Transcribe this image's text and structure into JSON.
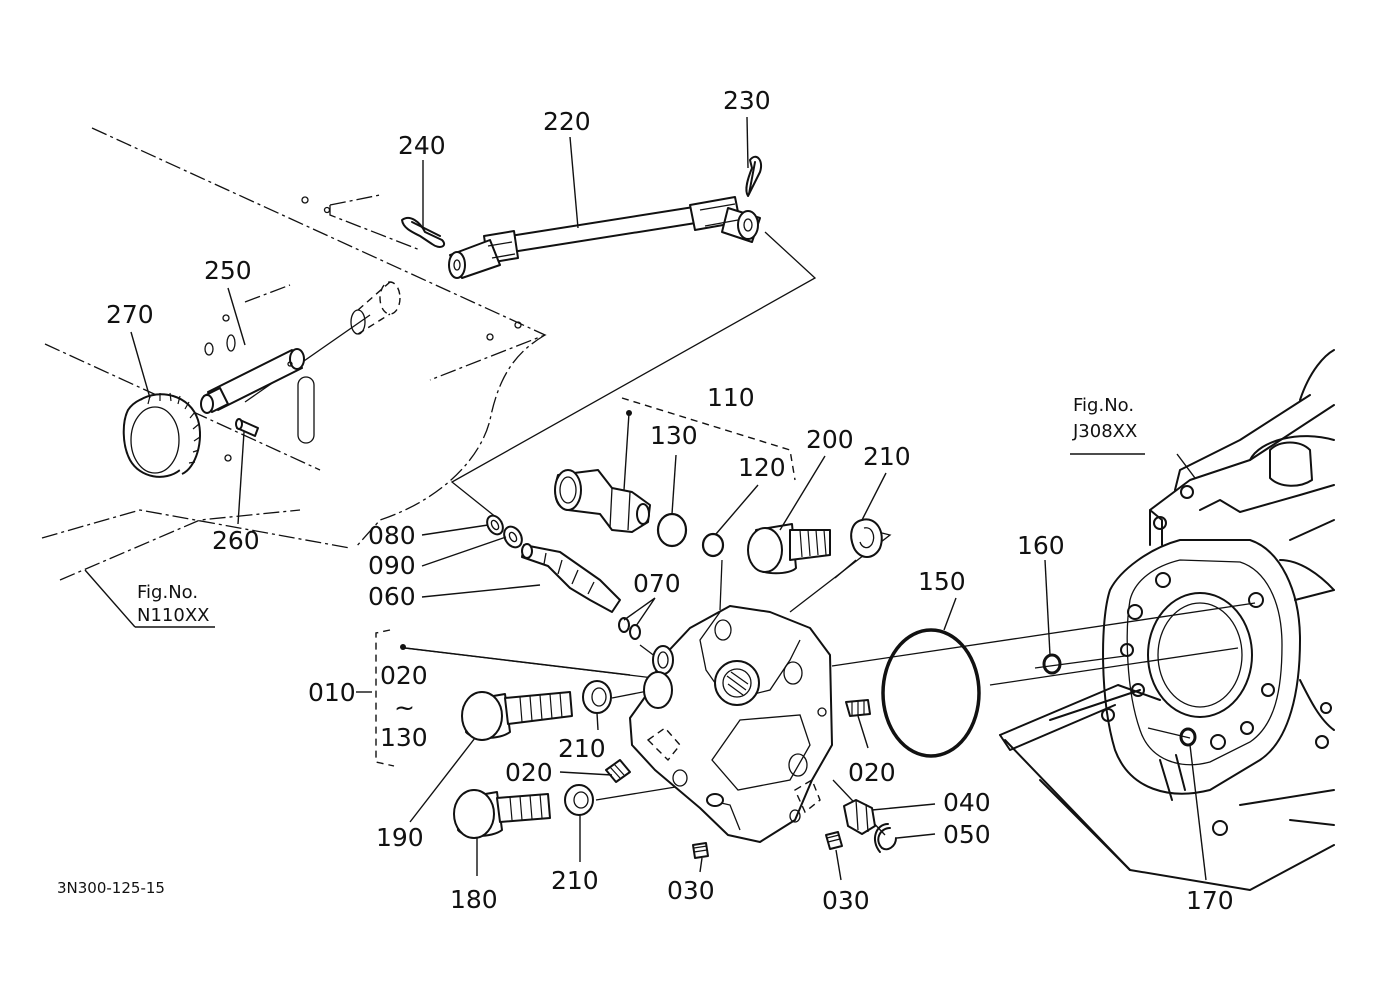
{
  "drawing_code": "3N300-125-15",
  "figure_refs": [
    {
      "id": "ref-n110",
      "line1": "Fig.No.",
      "line2": "N110XX"
    },
    {
      "id": "ref-j308",
      "line1": "Fig.No.",
      "line2": "J308XX"
    }
  ],
  "callouts": {
    "p240": "240",
    "p220": "220",
    "p230": "230",
    "p250": "250",
    "p270": "270",
    "p260": "260",
    "p110": "110",
    "p130a": "130",
    "p120": "120",
    "p200": "200",
    "p210a": "210",
    "p080": "080",
    "p090": "090",
    "p060": "060",
    "p070": "070",
    "p010": "010",
    "p020a": "020",
    "p130b": "130",
    "p210b": "210",
    "p020b": "020",
    "p020c": "020",
    "p190": "190",
    "p180": "180",
    "p210c": "210",
    "p030a": "030",
    "p030b": "030",
    "p040": "040",
    "p050": "050",
    "p150": "150",
    "p160": "160",
    "p170": "170"
  },
  "range_separator": "~"
}
